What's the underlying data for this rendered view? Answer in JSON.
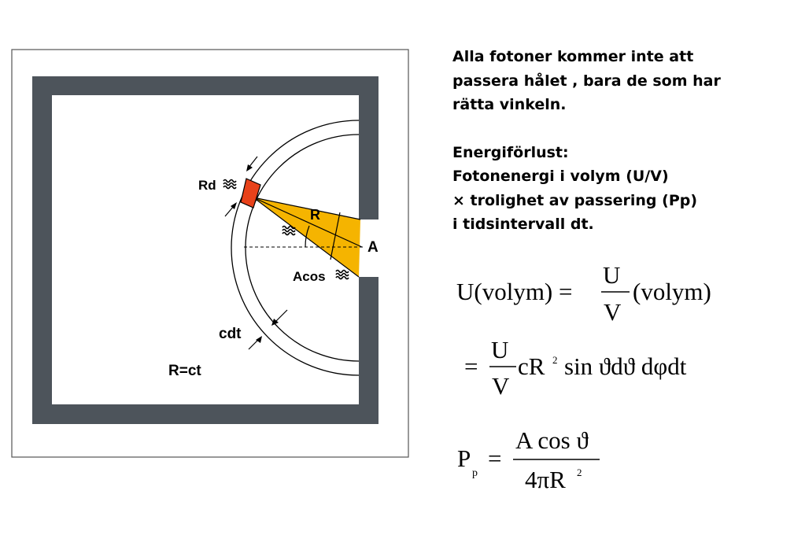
{
  "text": {
    "intro": [
      "Alla fotoner kommer inte att",
      "passera hålet , bara de som har",
      "rätta vinkeln."
    ],
    "energy": [
      "Energiförlust:",
      "Fotonenergi i volym (U/V)",
      "× trolighet av passering (Pp)",
      "i tidsintervall dt."
    ]
  },
  "labels": {
    "rd": "Rd",
    "r": "R",
    "a": "A",
    "acos": "Acos",
    "cdt": "cdt",
    "rct": "R=ct",
    "theta_icon": "theta-symbol-icon"
  },
  "equations": {
    "eq1_left": "U(volym) =",
    "eq1_num": "U",
    "eq1_den": "V",
    "eq1_right": "(volym)",
    "eq2_eq": "=",
    "eq2_num": "U",
    "eq2_den": "V",
    "eq2_c": "cR",
    "eq2_exp": "2",
    "eq2_rest": "sin ϑdϑ dφdt",
    "eq3_p": "P",
    "eq3_sub": "p",
    "eq3_eq": "=",
    "eq3_num": "A cos ϑ",
    "eq3_den": "4πR",
    "eq3_exp": "2"
  },
  "colors": {
    "wall": "#4d545b",
    "cone": "#f5b400",
    "element": "#e8421a"
  }
}
